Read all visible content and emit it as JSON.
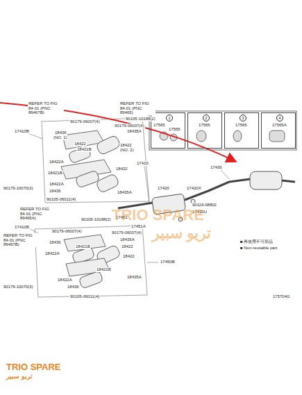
{
  "diagram": {
    "nodes": [
      {
        "text": [
          "1",
          "17565",
          "17565"
        ]
      },
      {
        "text": [
          "2",
          "17565"
        ]
      },
      {
        "text": [
          "3",
          "17565"
        ]
      },
      {
        "text": [
          "4",
          "17565A"
        ]
      }
    ],
    "labels": [
      "REFER TO FIG 84-01 (PNC 89467B)",
      "REFER TO FIG 84-01 (PNC 89465)",
      "90105-10188(2)",
      "90179-06007(4)",
      "90179-06007(4)",
      "17410B",
      "18436",
      "(NO. 1)",
      "18435A",
      "18422",
      "18421B",
      "18422",
      "(NO. 2)",
      "18422A",
      "17410",
      "18421B",
      "18422",
      "18422A",
      "90179-10070(3)",
      "18436",
      "18435A",
      "90105-06011(4)",
      "REFER TO FIG 84-01 (PNC 89465A)",
      "90105-10188(2)",
      "17451",
      "17451A",
      "17420",
      "17420X",
      "90119-08802",
      "17430U",
      "17430",
      "17410B",
      "REFER TO FIG 84-01 (PNC 89467B)",
      "90179-06007(4)",
      "90179-06007(4)",
      "18436",
      "18435A",
      "18421B",
      "18422",
      "18422A",
      "17450B",
      "18422",
      "18421B",
      "18422A",
      "18436",
      "18435A",
      "90179-10070(3)",
      "90105-06011(4)",
      "■ 再使用不可部品",
      "■ Non-reusable part",
      "175704G",
      "TRIO SPARE",
      "تريو سبير",
      "TRIO SPARE",
      "تريو سبير"
    ]
  }
}
